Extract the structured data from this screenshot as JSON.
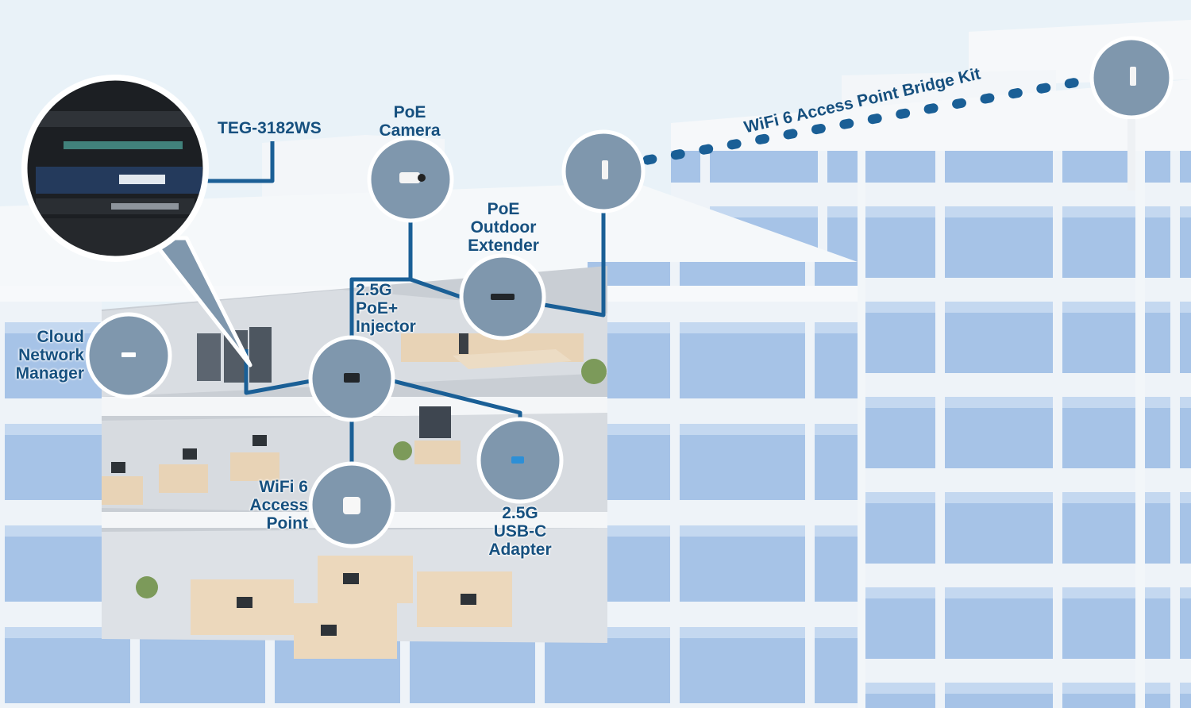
{
  "labels": {
    "switch_model": "TEG-3182WS",
    "poe_camera": [
      "PoE",
      "Camera"
    ],
    "poe_extender": [
      "PoE",
      "Outdoor",
      "Extender"
    ],
    "poe_injector": [
      "2.5G",
      "PoE+",
      "Injector"
    ],
    "cloud_manager": [
      "Cloud",
      "Network",
      "Manager"
    ],
    "access_point": [
      "WiFi 6",
      "Access",
      "Point"
    ],
    "usb_adapter": [
      "2.5G",
      "USB-C",
      "Adapter"
    ],
    "bridge_kit": "WiFi 6 Access Point Bridge Kit"
  },
  "colors": {
    "sky": "#e9f2f8",
    "glass": "#9fc0e6",
    "glass_light": "#c2d8f1",
    "facade": "#f4f7fa",
    "circle_fill": "#7f97ad",
    "circle_ring": "#ffffff",
    "network_line": "#1a5f96",
    "label_text": "#16507f",
    "interior_floor": "#dfe3e7",
    "desk": "#e8d3b6"
  },
  "icons": [
    "rack-switch-icon",
    "camera-icon",
    "extender-icon",
    "injector-icon",
    "cloud-logo-icon",
    "access-point-icon",
    "usb-adapter-icon",
    "outdoor-ap-icon"
  ]
}
